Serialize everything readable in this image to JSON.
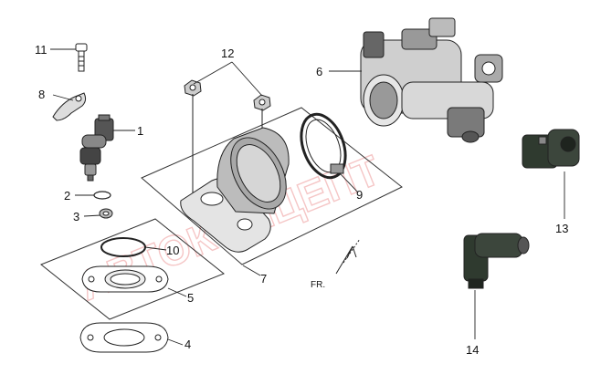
{
  "diagram": {
    "callouts": {
      "c1": "1",
      "c2": "2",
      "c3": "3",
      "c4": "4",
      "c5": "5",
      "c6": "6",
      "c7": "7",
      "c8": "8",
      "c9": "9",
      "c10": "10",
      "c11": "11",
      "c12": "12",
      "c13": "13",
      "c14": "14"
    },
    "front_label": "FR.",
    "watermark": "АВТОКОНЦЕПТ"
  }
}
